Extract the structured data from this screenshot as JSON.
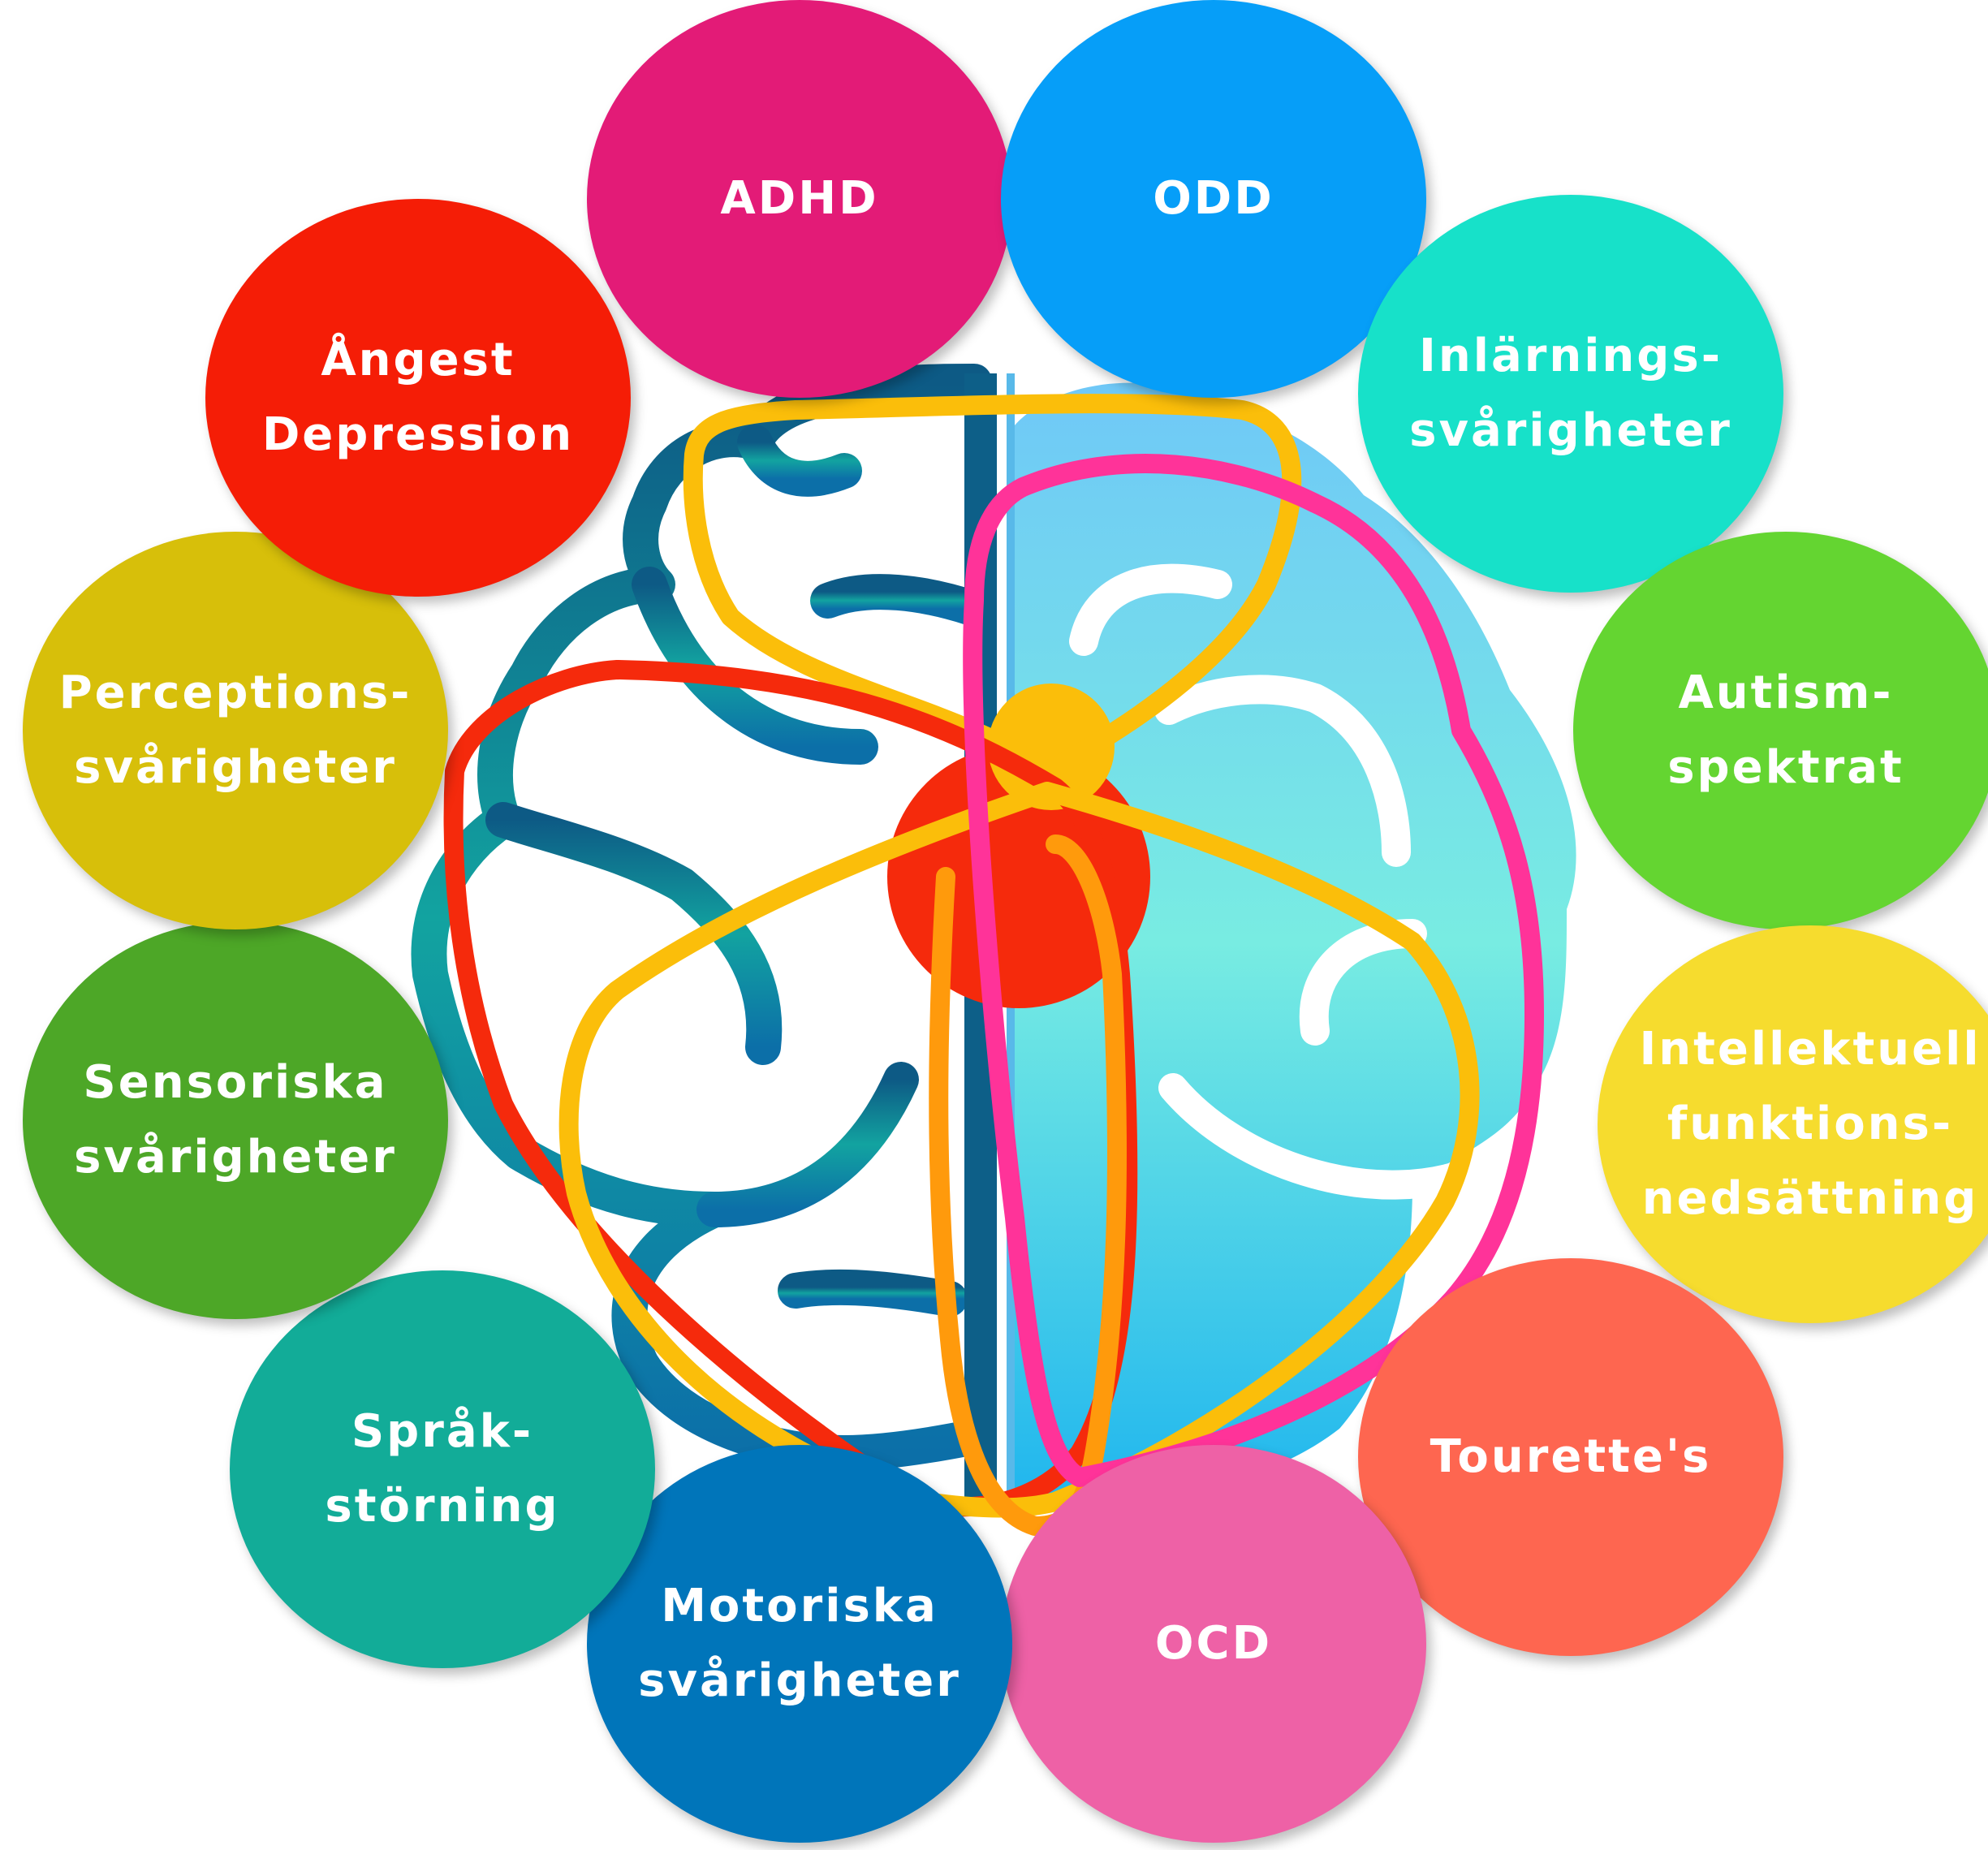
{
  "diagram": {
    "colors": {
      "brain_left": "#1a7fa0",
      "brain_right": "#5fd0f0",
      "center_red": "#f52a0c",
      "center_yellow": "#fbbe0a",
      "loop_red": "#f52a0c",
      "loop_yellow": "#fbbe0a",
      "loop_orange": "#ff9a0c",
      "loop_pink": "#ff3399"
    },
    "circles": [
      {
        "id": "adhd",
        "color": "#e31b77",
        "lines": [
          "ADHD"
        ]
      },
      {
        "id": "odd",
        "color": "#069ef8",
        "lines": [
          "ODD"
        ]
      },
      {
        "id": "learning",
        "color": "#17e1c9",
        "lines": [
          "Inlärnings-",
          "svårigheter"
        ]
      },
      {
        "id": "autism",
        "color": "#64d531",
        "lines": [
          "Autism-",
          "spektrat"
        ]
      },
      {
        "id": "intellectual",
        "color": "#f6dc2e",
        "lines": [
          "Intellektuell",
          "funktions-",
          "nedsättning"
        ]
      },
      {
        "id": "tourette",
        "color": "#fe6650",
        "lines": [
          "Tourette's"
        ]
      },
      {
        "id": "ocd",
        "color": "#ee61a6",
        "lines": [
          "OCD"
        ]
      },
      {
        "id": "motor",
        "color": "#0075ba",
        "lines": [
          "Motoriska",
          "svårigheter"
        ]
      },
      {
        "id": "language",
        "color": "#12ac98",
        "lines": [
          "Språk-",
          "störning"
        ]
      },
      {
        "id": "sensory",
        "color": "#4da727",
        "lines": [
          "Sensoriska",
          "svårigheter"
        ]
      },
      {
        "id": "perception",
        "color": "#d7bf0a",
        "lines": [
          "Perceptions-",
          "svårigheter"
        ]
      },
      {
        "id": "anxiety",
        "color": "#f51d06",
        "lines": [
          "Ångest",
          "Depression"
        ]
      }
    ]
  }
}
